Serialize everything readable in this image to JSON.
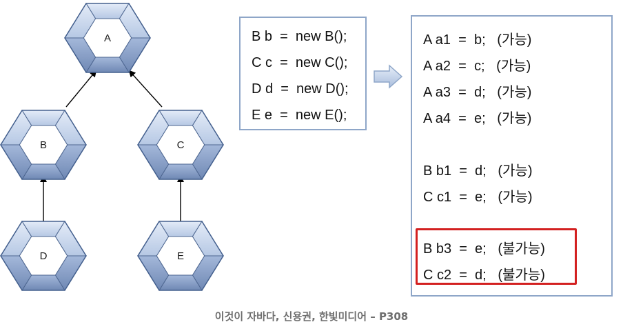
{
  "hierarchy": {
    "nodes": {
      "A": {
        "label": "A"
      },
      "B": {
        "label": "B"
      },
      "C": {
        "label": "C"
      },
      "D": {
        "label": "D"
      },
      "E": {
        "label": "E"
      }
    },
    "edges": [
      {
        "from": "B",
        "to": "A"
      },
      {
        "from": "C",
        "to": "A"
      },
      {
        "from": "D",
        "to": "B"
      },
      {
        "from": "E",
        "to": "C"
      }
    ]
  },
  "declarations": [
    "B b  =  new B();",
    "C c  =  new C();",
    "D d  =  new D();",
    "E e  =  new E();"
  ],
  "assignments": {
    "group1": [
      "A a1  =  b;   (가능)",
      "A a2  =  c;   (가능)",
      "A a3  =  d;   (가능)",
      "A a4  =  e;   (가능)"
    ],
    "group2": [
      "B b1  =  d;   (가능)",
      "C c1  =  e;   (가능)"
    ],
    "invalid": [
      "B b3  =  e;   (불가능)",
      "C c2  =  d;   (불가능)"
    ]
  },
  "caption": "이것이 자바다, 신용권, 한빛미디어 – P308",
  "colors": {
    "hex_outer": "#9fb4d6",
    "hex_inner": "#ffffff",
    "box_border": "#8ea6c8",
    "highlight": "#d32020",
    "arrow": "#c5d3ea"
  }
}
